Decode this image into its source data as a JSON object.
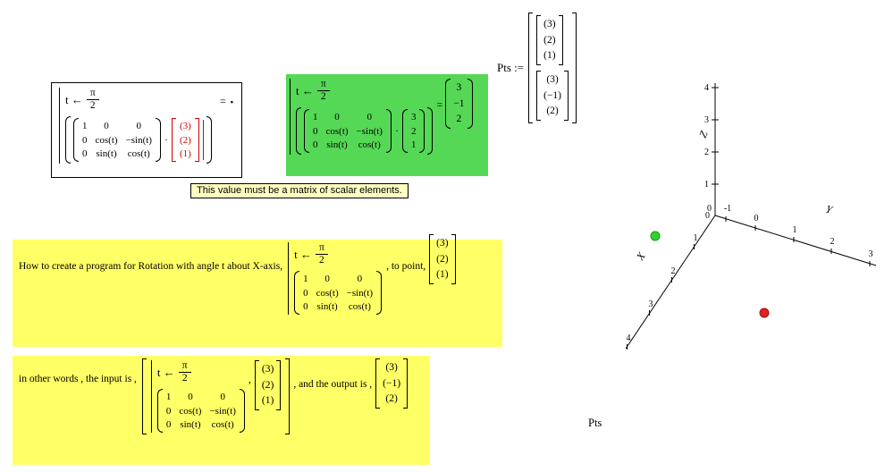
{
  "colors": {
    "region_green": "#55d855",
    "region_yellow": "#ffff66",
    "tooltip_yellow": "#ffffc0",
    "error_red": "#d40000",
    "caret_blue": "#3333cc",
    "point_green": "#2fd32f",
    "point_red": "#e02222"
  },
  "program": {
    "assign": "t ←",
    "frac_num": "π",
    "frac_den": "2"
  },
  "equals": "=",
  "placeholder": "▪",
  "multiply_dot": "·",
  "rotation_matrix": [
    [
      "1",
      "0",
      "0"
    ],
    [
      "0",
      "cos(t)",
      "−sin(t)"
    ],
    [
      "0",
      "sin(t)",
      "cos(t)"
    ]
  ],
  "vec_input_wrapped": [
    "(3)",
    "(2)",
    "(1)"
  ],
  "vec_input": [
    "3",
    "2",
    "1"
  ],
  "vec_output": [
    "3",
    "−1",
    "2"
  ],
  "vec_output_wrapped": [
    "(3)",
    "(−1)",
    "(2)"
  ],
  "pts": {
    "label": "Pts :="
  },
  "tooltip": {
    "text": "This value must be a matrix of scalar elements."
  },
  "text_region_1": {
    "lead": "How to create a program for Rotation with angle t about X-axis,",
    "mid": ", to point,"
  },
  "text_region_2": {
    "lead": "in other words , the input is ,",
    "comma": ",",
    "mid": ", and the output is ,"
  },
  "plot": {
    "caption": "Pts",
    "x_label": "X",
    "y_label": "Y",
    "z_label": "Z",
    "z_ticks": [
      "4",
      "3",
      "2",
      "1",
      "0"
    ],
    "y_ticks": [
      "-1",
      "0",
      "1",
      "2",
      "3"
    ],
    "x_ticks": [
      "1",
      "2",
      "3",
      "4"
    ],
    "origin_zero": "0"
  }
}
